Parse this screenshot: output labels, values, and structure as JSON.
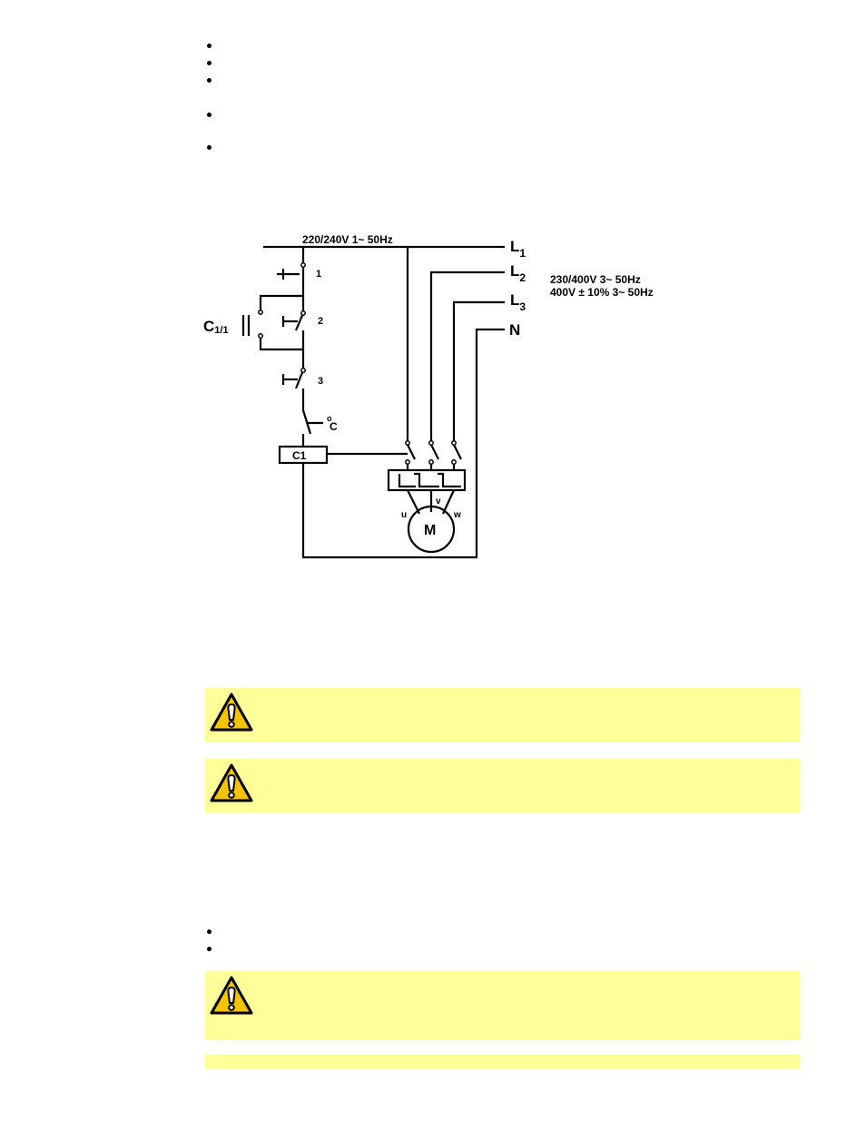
{
  "diagram": {
    "supply_single": "220/240V 1~ 50Hz",
    "L1": "L",
    "L1_sub": "1",
    "L2": "L",
    "L2_sub": "2",
    "L3": "L",
    "L3_sub": "3",
    "N": "N",
    "supply_three_a": "230/400V 3~ 50Hz",
    "supply_three_b": "400V ± 10% 3~ 50Hz",
    "contact_aux_label": "C",
    "contact_aux_sub": "1/1",
    "switch_1": "1",
    "switch_2": "2",
    "switch_3": "3",
    "contactor_coil": "C1",
    "aux_contact": "C",
    "aux_contact_sup": "o",
    "motor": "M",
    "terminal_u": "u",
    "terminal_v": "v",
    "terminal_w": "w"
  },
  "icons": {
    "warning": "warning-triangle-icon"
  },
  "colors": {
    "warning_background": "#ffff99",
    "warning_icon": "#f5c400"
  }
}
